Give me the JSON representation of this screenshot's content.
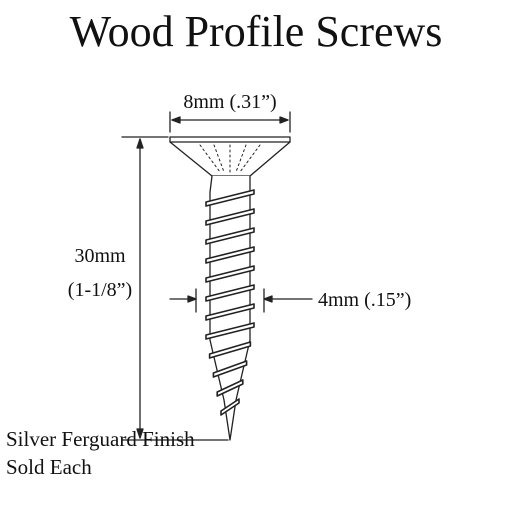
{
  "title": "Wood Profile Screws",
  "dimensions": {
    "head_width": "8mm (.31”)",
    "length_metric": "30mm",
    "length_imperial": "(1-1/8”)",
    "shank_diameter": "4mm (.15”)"
  },
  "finish": "Silver Ferguard Finish",
  "sale_unit": "Sold Each"
}
